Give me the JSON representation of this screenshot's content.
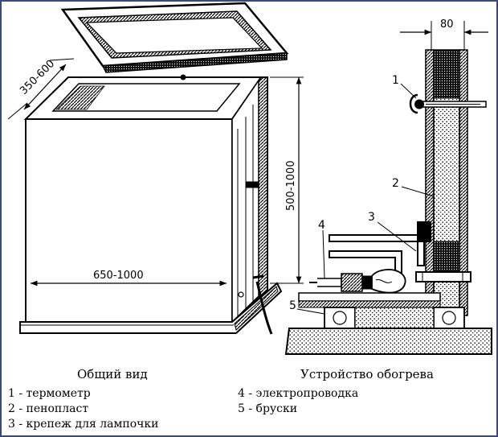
{
  "dimensions": {
    "depth": "350-600",
    "height": "500-1000",
    "width": "650-1000",
    "wall": "80"
  },
  "callouts": [
    "1",
    "2",
    "3",
    "4",
    "5"
  ],
  "captions": {
    "general": "Общий вид",
    "heating": "Устройство обогрева"
  },
  "legend": {
    "left": [
      "1 - термометр",
      "2 - пенопласт",
      "3 - крепеж для лампочки"
    ],
    "right": [
      "4 - электропроводка",
      "5 - бруски"
    ]
  }
}
